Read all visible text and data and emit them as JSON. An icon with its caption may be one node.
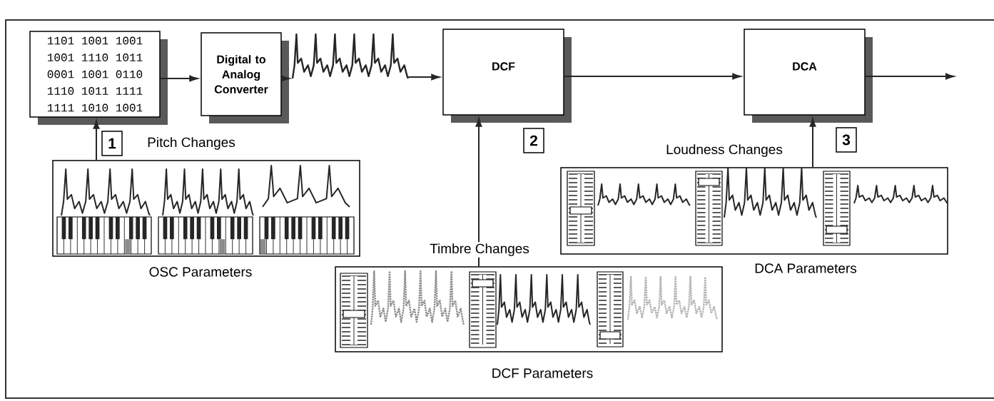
{
  "diagram": {
    "nodes": [
      {
        "text": [
          "1101 1001 1001",
          "1001 1110 1011",
          "0001 1001 0110",
          "1110 1011 1111",
          "1111 1010 1001"
        ]
      },
      {
        "text": [
          "Digital to Analog Converter"
        ]
      },
      {
        "text": [],
        "shape": "picture"
      },
      {
        "text": [
          "DCF"
        ]
      },
      {
        "text": [
          "DCA"
        ]
      },
      {
        "text": [
          "OSC Parameters"
        ]
      },
      {
        "text": [
          "DCF Parameters"
        ]
      },
      {
        "text": [
          "DCA Parameters"
        ]
      }
    ],
    "edges": [
      {
        "from": 0,
        "to": 1,
        "arrow": "to"
      },
      {
        "from": 1,
        "to": 2,
        "arrow": "to"
      },
      {
        "from": 2,
        "to": 3,
        "arrow": "to"
      },
      {
        "from": 3,
        "to": 4,
        "arrow": "to"
      },
      {
        "from": 4,
        "to": null,
        "arrow": "to"
      },
      {
        "from": 5,
        "to": 0,
        "arrow": "to",
        "label": "Pitch Changes"
      },
      {
        "from": 6,
        "to": 3,
        "arrow": "to",
        "label": "Timbre Changes"
      },
      {
        "from": 7,
        "to": 4,
        "arrow": "to",
        "label": "Loudness Changes"
      }
    ],
    "labels": [
      "1",
      "2",
      "3"
    ]
  }
}
